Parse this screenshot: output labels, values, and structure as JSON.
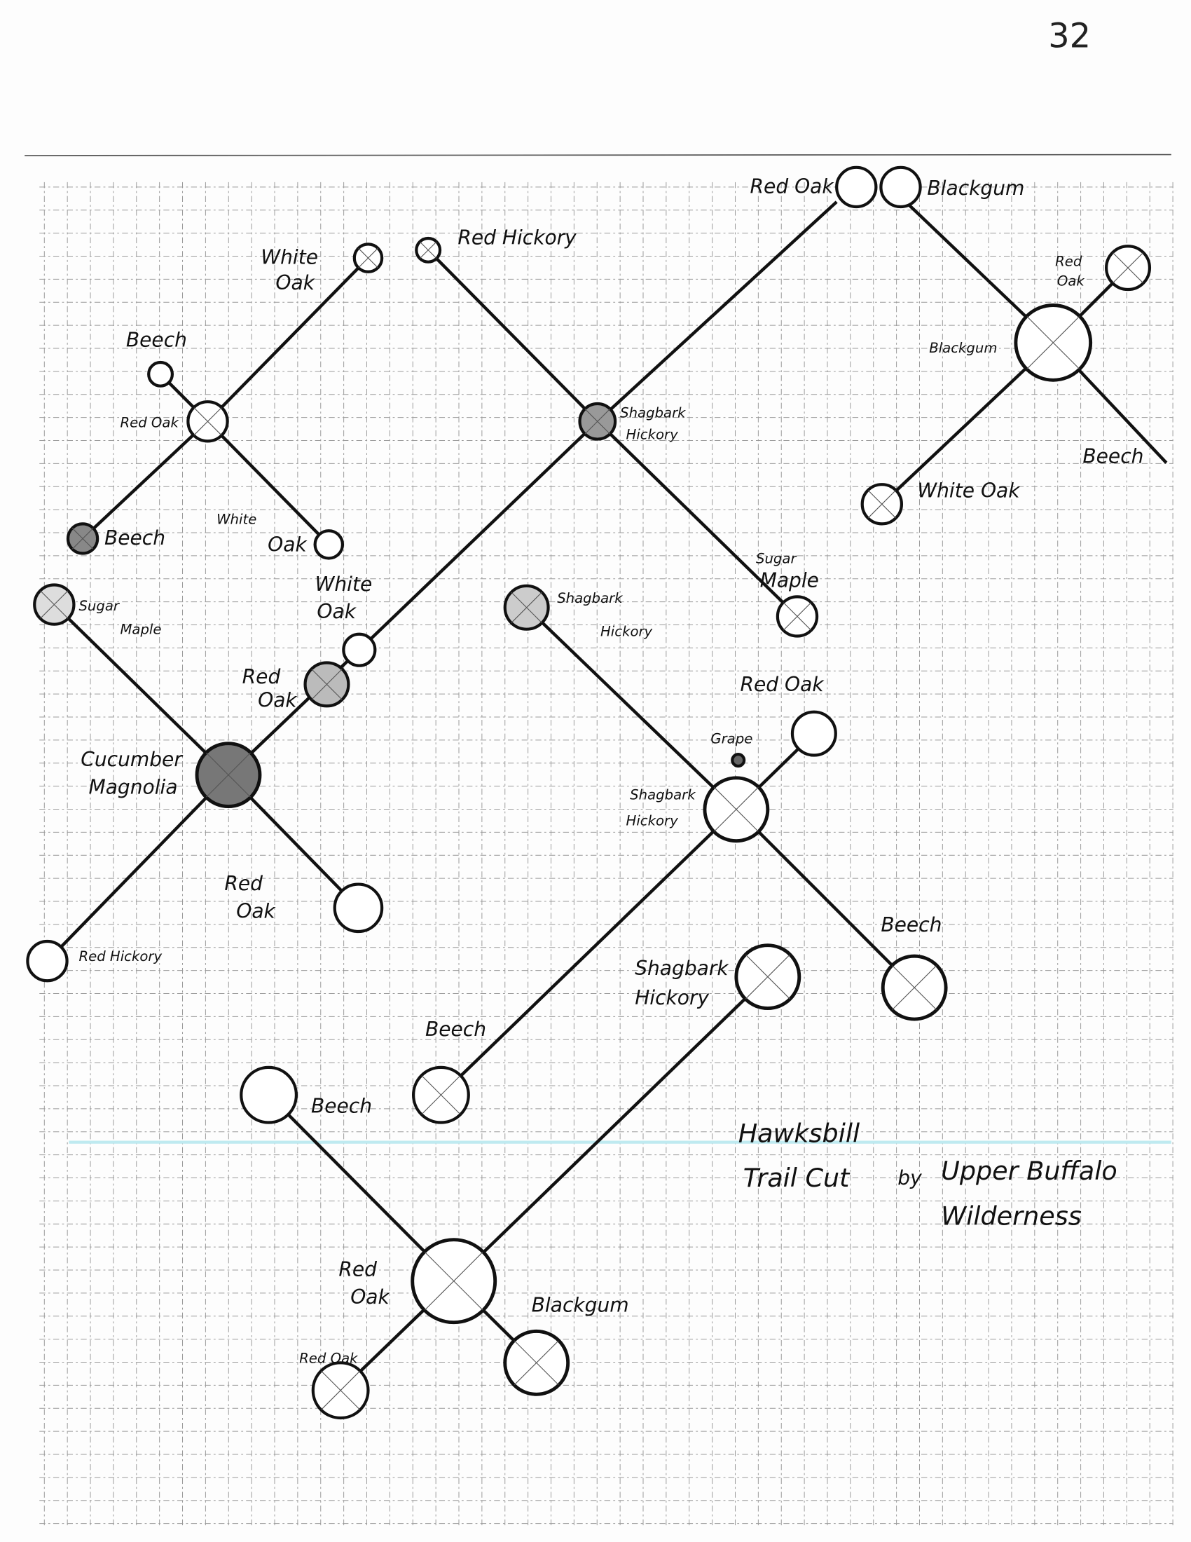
{
  "page_number": "32",
  "title": {
    "line1": "Hawksbill",
    "line2": "Trail Cut",
    "by": "by",
    "org1": "Upper Buffalo",
    "org2": "Wilderness"
  },
  "labels": {
    "top_red_oak": "Red Oak",
    "top_blackgum": "Blackgum",
    "white_oak_1a": "White",
    "white_oak_1b": "Oak",
    "red_hickory_1": "Red Hickory",
    "beech_1": "Beech",
    "red_oak_1": "Red Oak",
    "beech_2": "Beech",
    "white_oak_2a": "White",
    "white_oak_2b": "Oak",
    "shagbark_1a": "Shagbark",
    "shagbark_1b": "Hickory",
    "red_oak_r1": "Red",
    "red_oak_r2": "Oak",
    "blackgum_1": "Blackgum",
    "beech_r": "Beech",
    "white_oak_r": "White Oak",
    "sugar_maple_1a": "Sugar",
    "sugar_maple_1b": "Maple",
    "white_oak_3a": "White",
    "white_oak_3b": "Oak",
    "sugar_maple_2a": "Sugar",
    "sugar_maple_2b": "Maple",
    "shagbark_2a": "Shagbark",
    "shagbark_2b": "Hickory",
    "red_oak_2a": "Red",
    "red_oak_2b": "Oak",
    "cucumber_a": "Cucumber",
    "cucumber_b": "Magnolia",
    "red_oak_3": "Red Oak",
    "grape": "Grape",
    "shagbark_3a": "Shagbark",
    "shagbark_3b": "Hickory",
    "red_oak_4a": "Red",
    "red_oak_4b": "Oak",
    "red_hickory_2": "Red Hickory",
    "beech_3": "Beech",
    "shagbark_4a": "Shagbark",
    "shagbark_4b": "Hickory",
    "beech_4": "Beech",
    "beech_5": "Beech",
    "red_oak_5a": "Red",
    "red_oak_5b": "Oak",
    "blackgum_2": "Blackgum",
    "red_oak_6": "Red Oak"
  }
}
